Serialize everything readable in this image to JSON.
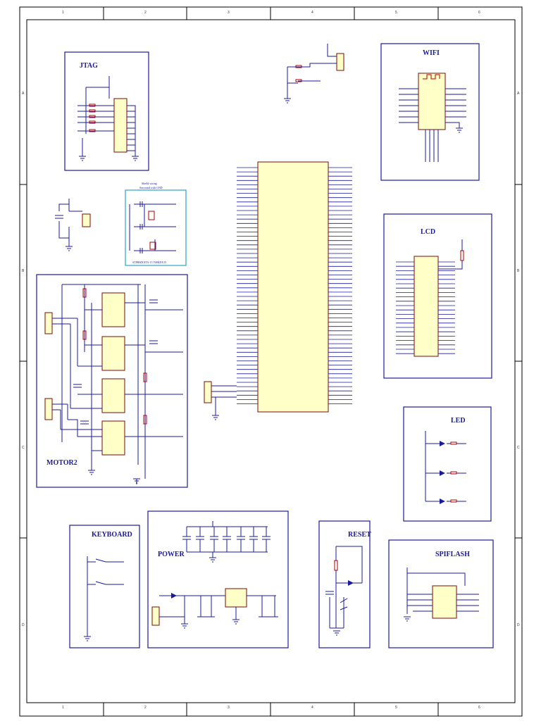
{
  "blocks": {
    "jtag": "JTAG",
    "wifi": "WIFI",
    "lcd": "LCD",
    "led": "LED",
    "motor": "MOTOR2",
    "keyboard": "KEYBOARD",
    "power": "POWER",
    "reset": "RESET",
    "spiflash": "SPIFLASH"
  },
  "crystal": {
    "note1": "Shield wiring",
    "note2": "Surround with GND",
    "part": "STPR8(KXT6-15.768KDX15"
  },
  "grid": {
    "cols": [
      "1",
      "2",
      "3",
      "4",
      "5",
      "6"
    ],
    "rows": [
      "A",
      "B",
      "C",
      "D"
    ]
  }
}
